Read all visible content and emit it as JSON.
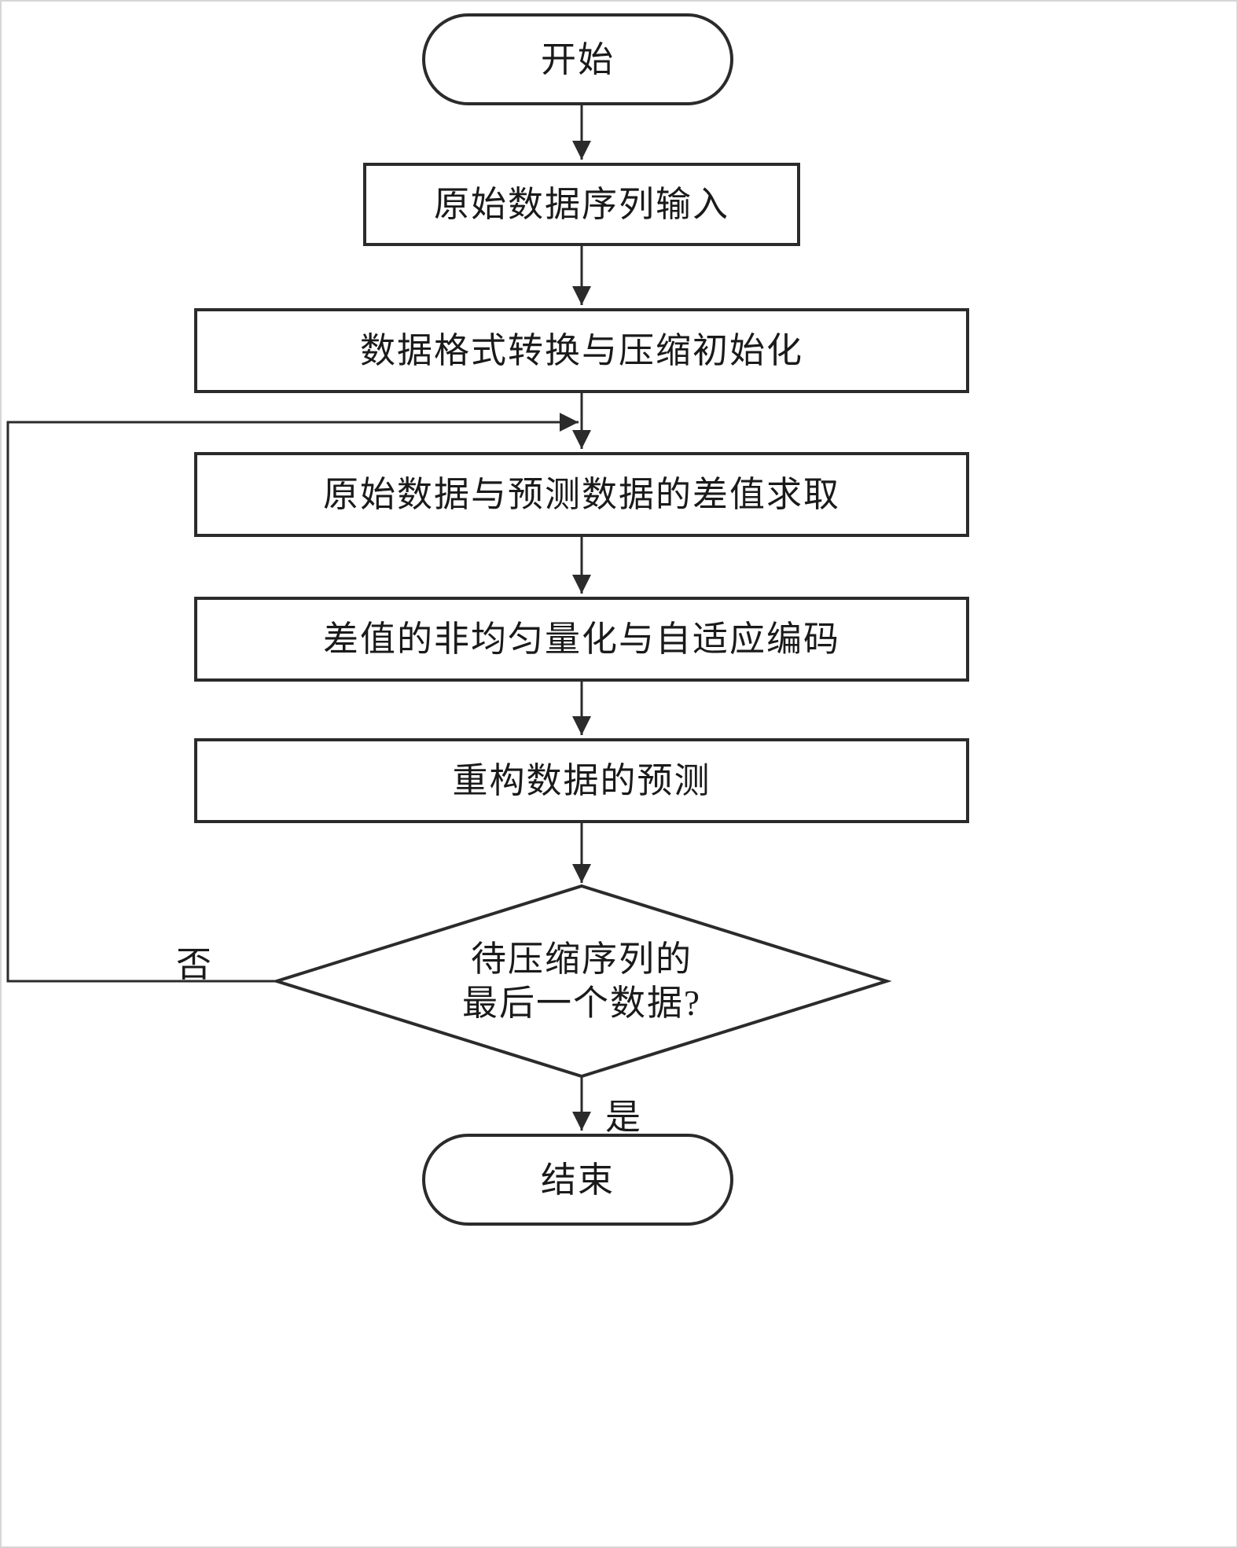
{
  "flowchart": {
    "start_label": "开始",
    "steps": [
      {
        "label": "原始数据序列输入"
      },
      {
        "label": "数据格式转换与压缩初始化"
      },
      {
        "label": "原始数据与预测数据的差值求取"
      },
      {
        "label": "差值的非均匀量化与自适应编码"
      },
      {
        "label": "重构数据的预测"
      }
    ],
    "decision": {
      "line1": "待压缩序列的",
      "line2": "最后一个数据?"
    },
    "branch_no": "否",
    "branch_yes": "是",
    "end_label": "结束",
    "colors": {
      "stroke": "#2b2b2b",
      "fill": "#ffffff",
      "text": "#1a1a1a"
    }
  }
}
